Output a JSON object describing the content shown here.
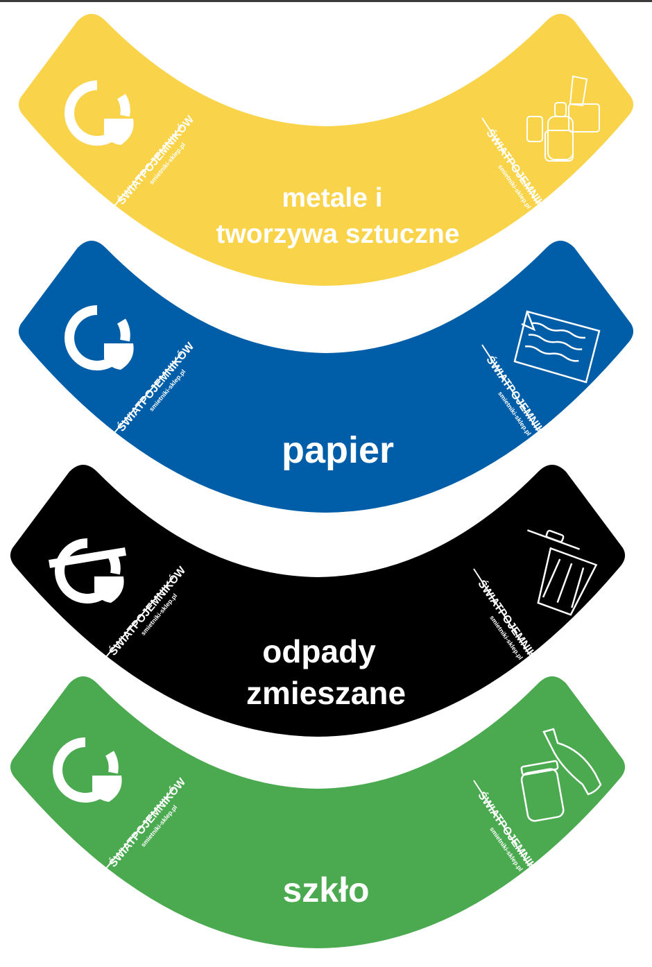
{
  "brand": {
    "name": "ŚWIATPOJEMNIKÓW",
    "site": "smietniki-sklep.pl"
  },
  "stickers": [
    {
      "id": "metals",
      "color": "#F9D44A",
      "label_lines": [
        "metale i",
        "tworzywa sztuczne"
      ],
      "left_icon": "recycle-icon",
      "right_icon": "bottles-cans-icon"
    },
    {
      "id": "paper",
      "color": "#005EA8",
      "label_lines": [
        "papier"
      ],
      "left_icon": "recycle-icon",
      "right_icon": "paper-sheets-icon"
    },
    {
      "id": "mixed",
      "color": "#000000",
      "label_lines": [
        "odpady",
        "zmieszane"
      ],
      "left_icon": "no-recycle-icon",
      "right_icon": "trash-can-icon"
    },
    {
      "id": "glass",
      "color": "#4BAA50",
      "label_lines": [
        "szkło"
      ],
      "left_icon": "recycle-icon",
      "right_icon": "glass-bottle-jar-icon"
    }
  ]
}
